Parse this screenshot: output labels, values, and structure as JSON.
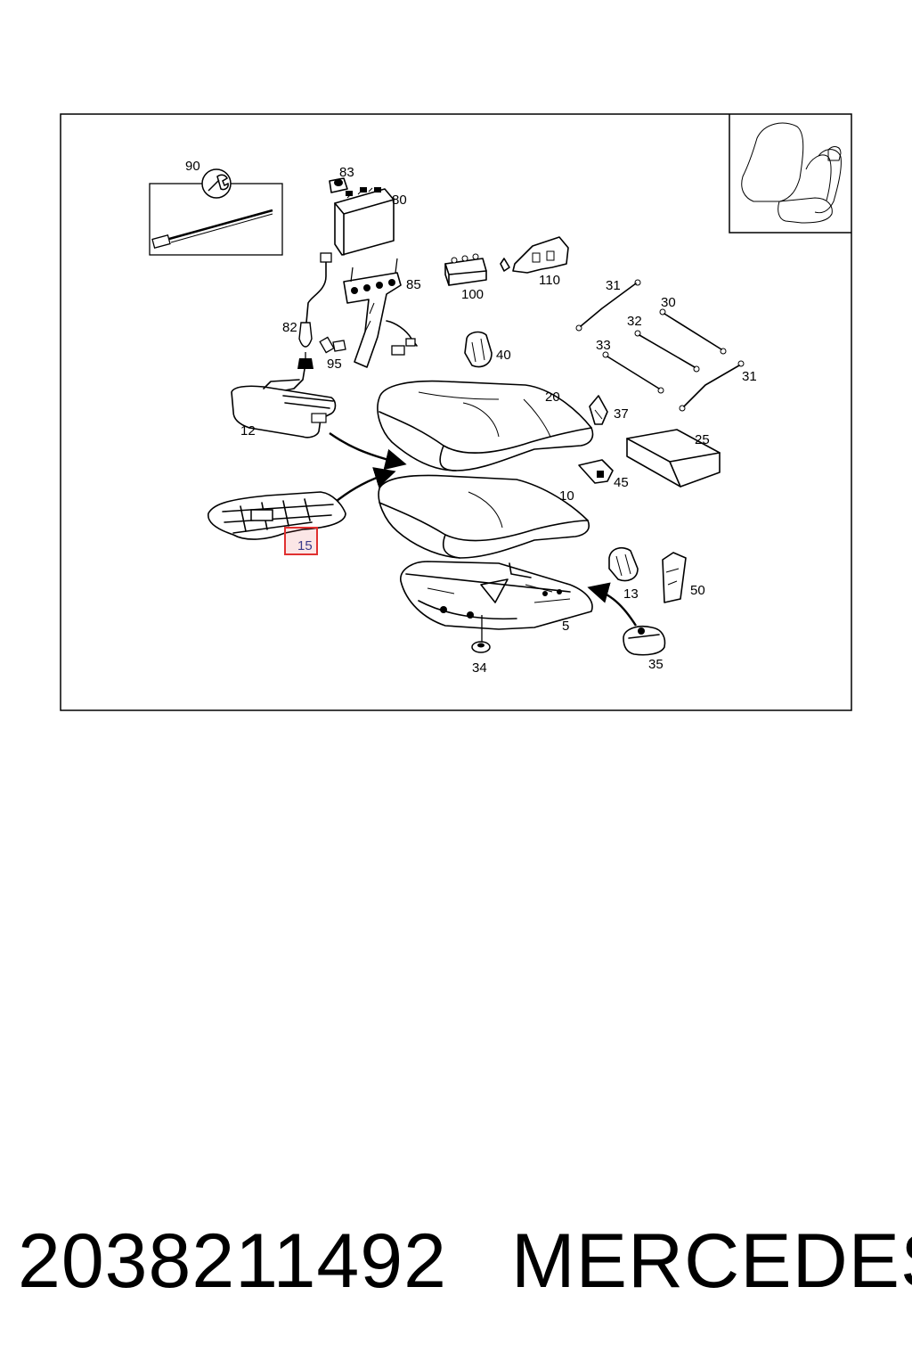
{
  "labels": {
    "p90": "90",
    "p83": "83",
    "p80": "80",
    "p85": "85",
    "p82": "82",
    "p95": "95",
    "p100": "100",
    "p110": "110",
    "p40": "40",
    "p31a": "31",
    "p30": "30",
    "p32": "32",
    "p33": "33",
    "p31b": "31",
    "p20": "20",
    "p37": "37",
    "p25": "25",
    "p12": "12",
    "p45": "45",
    "p10": "10",
    "p15": "15",
    "p13": "13",
    "p50": "50",
    "p5": "5",
    "p34": "34",
    "p35": "35"
  },
  "highlight": {
    "label": "15",
    "color": "#e03030"
  },
  "footer": {
    "part_number": "2038211492",
    "brand": "MERCEDES"
  }
}
